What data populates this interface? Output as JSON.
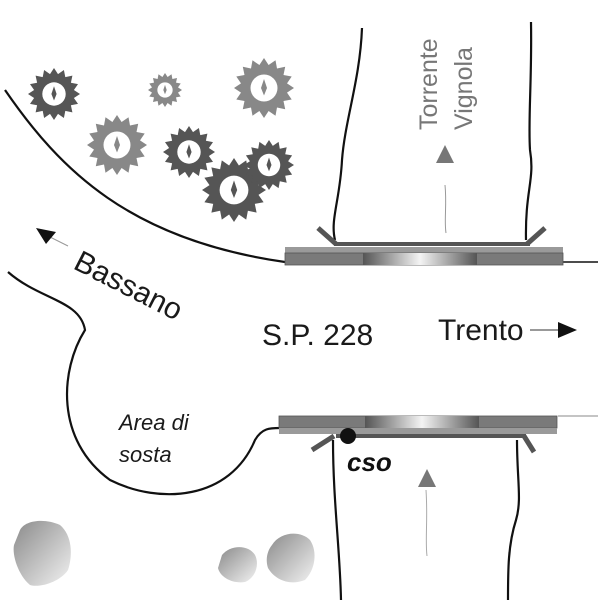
{
  "diagram": {
    "road_name": "S.P. 228",
    "direction_left": "Bassano",
    "direction_right": "Trento",
    "river_line1": "Torrente",
    "river_line2": "Vignola",
    "parking_line1": "Area di",
    "parking_line2": "sosta",
    "outfall_label": "cso"
  },
  "colors": {
    "line": "#111111",
    "tree_dark": "#555555",
    "tree_light": "#888888",
    "bridge": "#7a7a7a",
    "bridge_dark": "#555555",
    "river_text": "#777777",
    "flow_arrow": "#888888"
  }
}
